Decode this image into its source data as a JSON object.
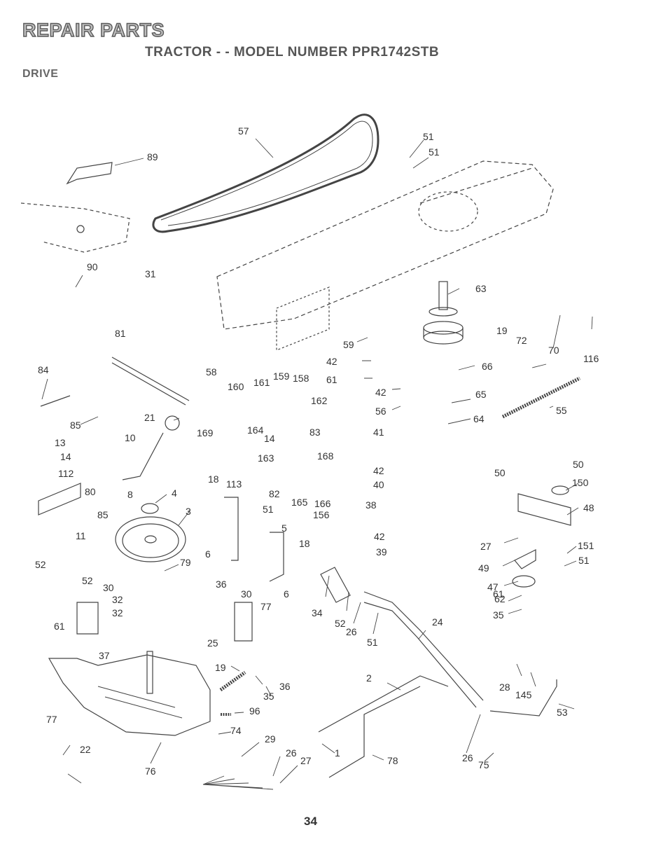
{
  "header": {
    "title": "REPAIR PARTS",
    "subtitle": "TRACTOR - - MODEL NUMBER PPR1742STB",
    "section": "DRIVE"
  },
  "page_number": "34",
  "callouts": [
    "57",
    "51",
    "51",
    "89",
    "90",
    "31",
    "81",
    "58",
    "63",
    "19",
    "72",
    "70",
    "116",
    "66",
    "59",
    "42",
    "61",
    "84",
    "160",
    "161",
    "159",
    "158",
    "162",
    "42",
    "56",
    "65",
    "64",
    "55",
    "85",
    "21",
    "169",
    "164",
    "14",
    "83",
    "10",
    "163",
    "168",
    "41",
    "13",
    "14",
    "112",
    "80",
    "18",
    "113",
    "165",
    "166",
    "156",
    "50",
    "50",
    "150",
    "82",
    "8",
    "4",
    "3",
    "51",
    "85",
    "42",
    "40",
    "38",
    "48",
    "11",
    "5",
    "18",
    "6",
    "42",
    "39",
    "27",
    "151",
    "51",
    "79",
    "52",
    "52",
    "30",
    "32",
    "32",
    "30",
    "6",
    "49",
    "47",
    "62",
    "35",
    "36",
    "34",
    "52",
    "26",
    "51",
    "77",
    "61",
    "61",
    "37",
    "25",
    "24",
    "19",
    "36",
    "35",
    "28",
    "145",
    "2",
    "53",
    "77",
    "96",
    "74",
    "29",
    "22",
    "1",
    "78",
    "76",
    "26",
    "27",
    "26",
    "75"
  ]
}
